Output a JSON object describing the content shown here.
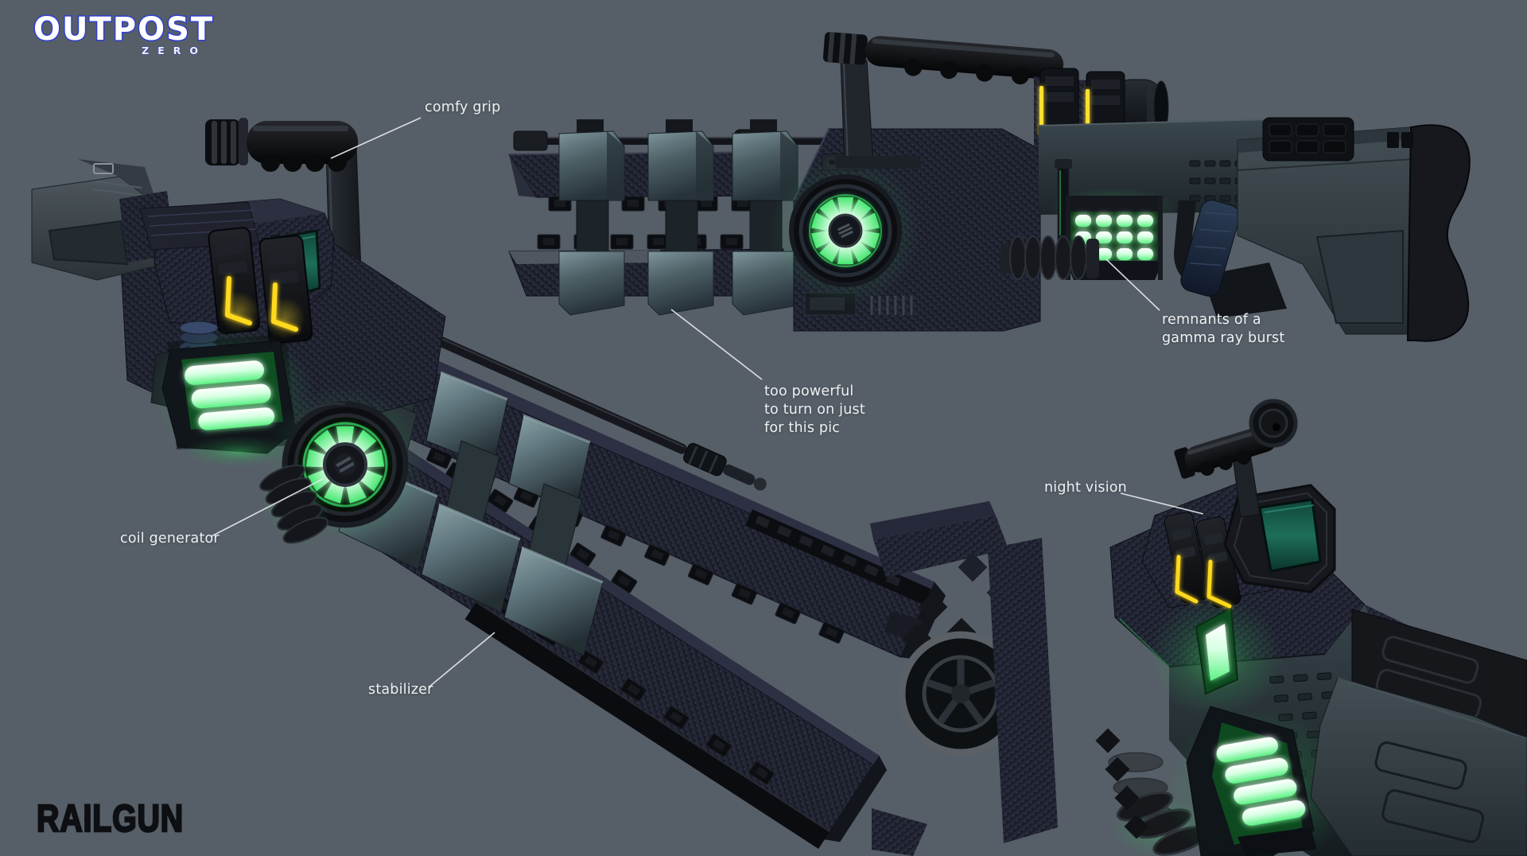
{
  "page": {
    "background": "#565e67"
  },
  "logo": {
    "primary": "OUTPOST",
    "secondary": "ZERO"
  },
  "title": "RAILGUN",
  "annotations": {
    "comfy_grip": {
      "lines": [
        "comfy grip"
      ]
    },
    "too_powerful": {
      "lines": [
        "too powerful",
        "to turn on just",
        "for this pic"
      ]
    },
    "gamma_burst": {
      "lines": [
        "remnants of a",
        "gamma ray burst"
      ]
    },
    "coil_generator": {
      "lines": [
        "coil generator"
      ]
    },
    "night_vision": {
      "lines": [
        "night vision"
      ]
    },
    "stabilizer": {
      "lines": [
        "stabilizer"
      ]
    }
  },
  "colors": {
    "background": "#565e67",
    "label_text": "#eef1f3",
    "title_text": "#0d0f12",
    "logo_fill": "#ffffff",
    "logo_outline": "#2e3fd2",
    "glow_green": "#46ef6e",
    "accent_yellow": "#ffd91f",
    "carbon_fiber": "#1a1c26",
    "metal_teal": "#5b7077",
    "leader_line": "#e8ebee"
  }
}
